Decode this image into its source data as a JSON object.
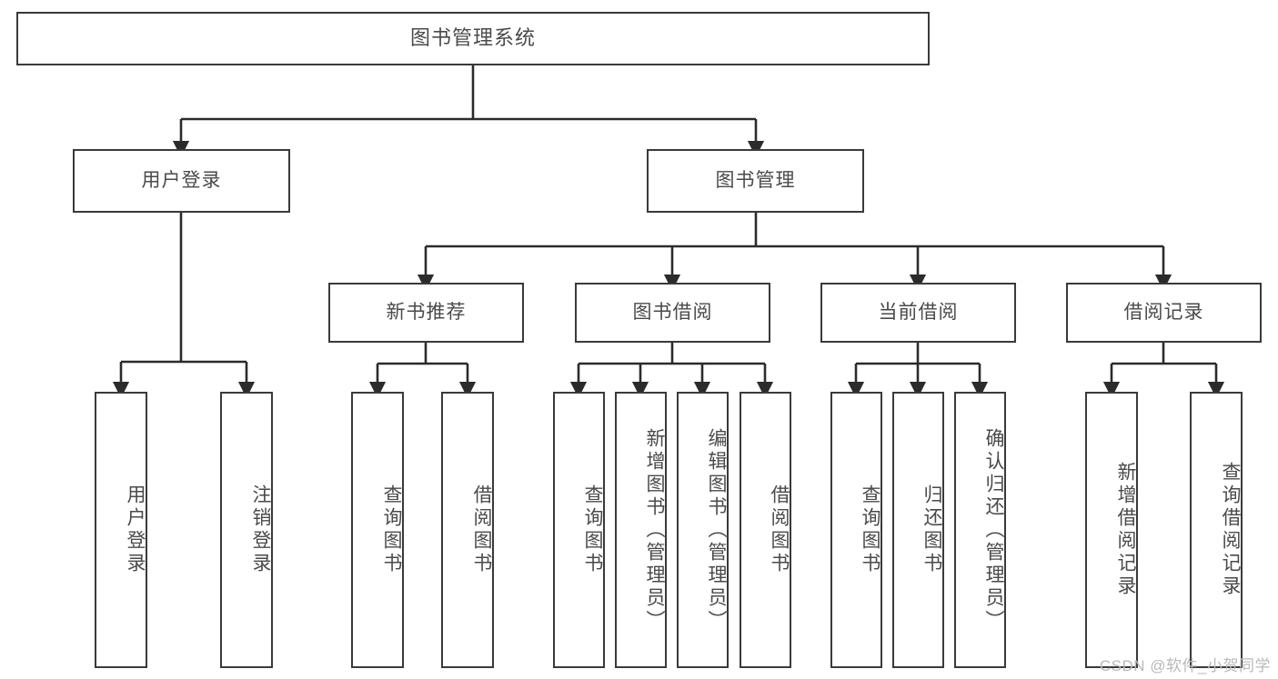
{
  "diagram": {
    "type": "tree-hierarchy",
    "title": "图书管理系统",
    "watermark": "CSDN @软件_小贺同学",
    "colors": {
      "box_border": "#3a3a3a",
      "box_fill": "#ffffff",
      "text": "#4a4a4a",
      "connector": "#2b2b2b",
      "watermark": "#b9b9b9",
      "background": "#ffffff"
    },
    "levels": {
      "root": {
        "label": "图书管理系统"
      },
      "level2": [
        {
          "id": "user-login",
          "label": "用户登录"
        },
        {
          "id": "book-management",
          "label": "图书管理"
        }
      ],
      "level3": [
        {
          "id": "new-book-recommend",
          "label": "新书推荐",
          "parent": "book-management"
        },
        {
          "id": "book-borrow",
          "label": "图书借阅",
          "parent": "book-management"
        },
        {
          "id": "current-borrow",
          "label": "当前借阅",
          "parent": "book-management"
        },
        {
          "id": "borrow-record",
          "label": "借阅记录",
          "parent": "book-management"
        }
      ],
      "leaves": {
        "user-login": [
          {
            "id": "leaf-user-login",
            "label": "用户登录"
          },
          {
            "id": "leaf-user-logout",
            "label": "注销登录"
          }
        ],
        "new-book-recommend": [
          {
            "id": "leaf-query-book-1",
            "label": "查询图书"
          },
          {
            "id": "leaf-borrow-book-1",
            "label": "借阅图书"
          }
        ],
        "book-borrow": [
          {
            "id": "leaf-query-book-2",
            "label": "查询图书"
          },
          {
            "id": "leaf-add-book",
            "label": "新增图书（管理员）"
          },
          {
            "id": "leaf-edit-book",
            "label": "编辑图书（管理员）"
          },
          {
            "id": "leaf-borrow-book-2",
            "label": "借阅图书"
          }
        ],
        "current-borrow": [
          {
            "id": "leaf-query-book-3",
            "label": "查询图书"
          },
          {
            "id": "leaf-return-book",
            "label": "归还图书"
          },
          {
            "id": "leaf-confirm-return",
            "label": "确认归还（管理员）"
          }
        ],
        "borrow-record": [
          {
            "id": "leaf-add-record",
            "label": "新增借阅记录"
          },
          {
            "id": "leaf-query-record",
            "label": "查询借阅记录"
          }
        ]
      }
    }
  }
}
